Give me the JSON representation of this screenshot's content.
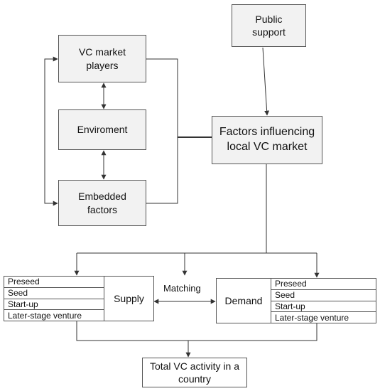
{
  "nodes": {
    "public_support": [
      "Public",
      "support"
    ],
    "vc_market_players": [
      "VC market",
      "players"
    ],
    "environment": [
      "Enviroment"
    ],
    "embedded_factors": [
      "Embedded",
      "factors"
    ],
    "factors_influencing": [
      "Factors influencing",
      "local VC market"
    ],
    "supply": "Supply",
    "demand": "Demand",
    "matching": "Matching",
    "total": [
      "Total VC activity in a",
      "country"
    ]
  },
  "supply_stages": [
    "Preseed",
    "Seed",
    "Start-up",
    "Later-stage venture"
  ],
  "demand_stages": [
    "Preseed",
    "Seed",
    "Start-up",
    "Later-stage venture"
  ]
}
